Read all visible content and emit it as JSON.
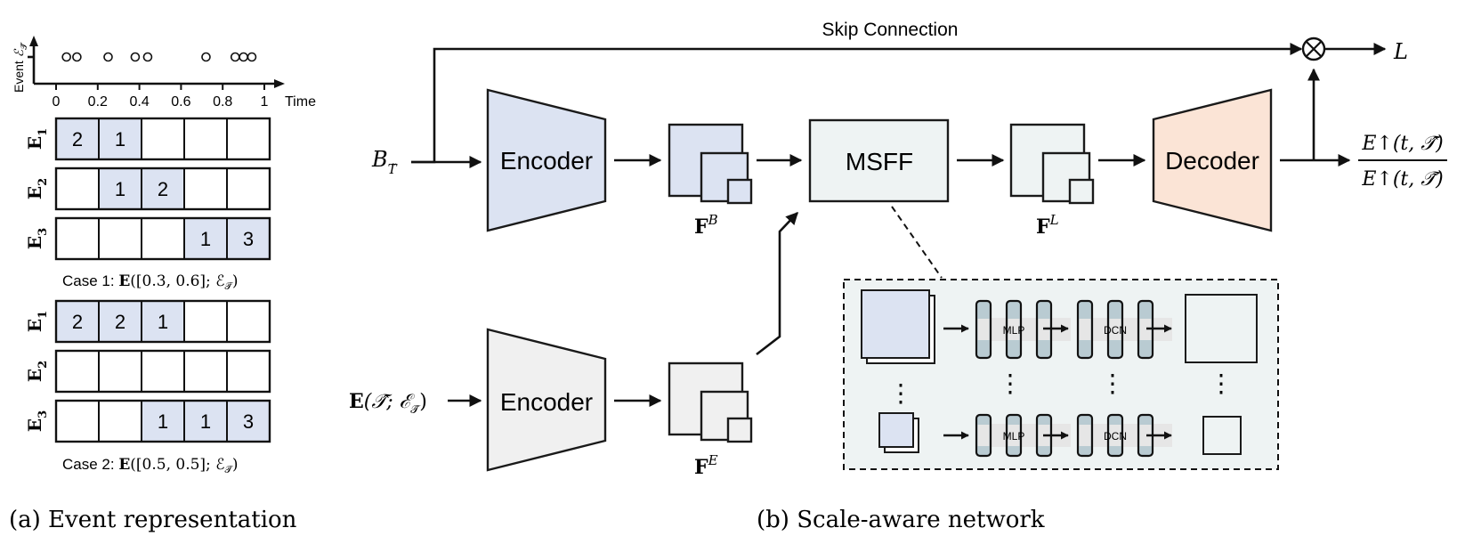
{
  "colors": {
    "blue": "#dce3f2",
    "gray": "#f0f0f0",
    "mint": "#eef3f3",
    "peach": "#fbe4d6",
    "mlp_dark": "#b9cbd2",
    "mlp_light": "#e6e6e6"
  },
  "panel_a": {
    "timeline": {
      "ylabel_text": "Event",
      "ylabel_math": "ℰ",
      "ylabel_sub": "𝒯̃",
      "time_label": "Time",
      "ticks": [
        "0",
        "0.2",
        "0.4",
        "0.6",
        "0.8",
        "1"
      ],
      "events": [
        0.05,
        0.1,
        0.25,
        0.38,
        0.44,
        0.72,
        0.86,
        0.9,
        0.94
      ]
    },
    "case1": {
      "rows": [
        {
          "label": "E",
          "sub": "1",
          "cells": [
            "2",
            "1",
            "",
            "",
            ""
          ]
        },
        {
          "label": "E",
          "sub": "2",
          "cells": [
            "",
            "1",
            "2",
            "",
            ""
          ]
        },
        {
          "label": "E",
          "sub": "3",
          "cells": [
            "",
            "",
            "",
            "1",
            "3"
          ]
        }
      ],
      "caption_prefix": "Case 1: ",
      "caption_bold": "E",
      "caption_rest": "([0.3, 0.6]; ℰ",
      "caption_sub": "𝒯̃",
      "caption_close": ")"
    },
    "case2": {
      "rows": [
        {
          "label": "E",
          "sub": "1",
          "cells": [
            "2",
            "2",
            "1",
            "",
            ""
          ]
        },
        {
          "label": "E",
          "sub": "2",
          "cells": [
            "",
            "",
            "",
            "",
            ""
          ]
        },
        {
          "label": "E",
          "sub": "3",
          "cells": [
            "",
            "",
            "1",
            "1",
            "3"
          ]
        }
      ],
      "caption_prefix": "Case 2: ",
      "caption_bold": "E",
      "caption_rest": "([0.5, 0.5]; ℰ",
      "caption_sub": "𝒯̃",
      "caption_close": ")"
    },
    "caption": "(a)  Event representation"
  },
  "panel_b": {
    "skip_label": "Skip Connection",
    "input_b": "B",
    "input_b_sub": "𝑇̃",
    "input_e": "E",
    "input_e_rest": "(𝒯̂; ℰ",
    "input_e_sub": "𝒯̃",
    "input_e_close": ")",
    "encoder_top": "Encoder",
    "encoder_bottom": "Encoder",
    "msff": "MSFF",
    "decoder": "Decoder",
    "feat_b": "F",
    "feat_b_sup": "B",
    "feat_l": "F",
    "feat_l_sup": "L",
    "feat_e": "F",
    "feat_e_sup": "E",
    "out_l": "L",
    "frac_num": "E↑(t, 𝒯̂)",
    "frac_den": "E↑(t, 𝒯̃)",
    "multiply_symbol": "⊗",
    "mlp_label": "MLP",
    "dcn_label": "DCN",
    "vdots": "⋮",
    "caption": "(b)  Scale-aware network"
  }
}
